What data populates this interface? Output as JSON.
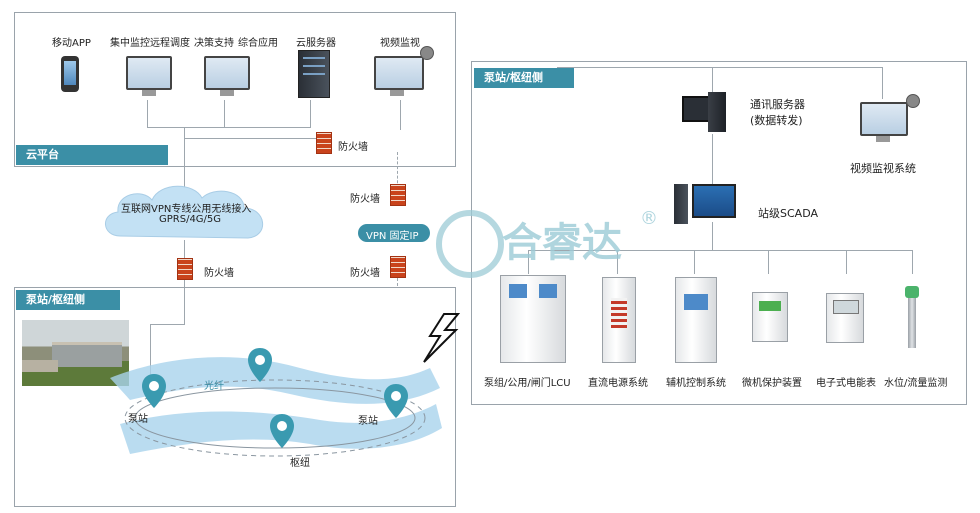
{
  "cloud_panel": {
    "tag": "云平台",
    "items": [
      {
        "label": "移动APP",
        "icon": "phone-icon"
      },
      {
        "label": "集中监控",
        "icon": "monitor-icon"
      },
      {
        "label": "远程调度",
        "icon": "monitor-icon"
      },
      {
        "label": "决策支持",
        "icon": "monitor-icon"
      },
      {
        "label": "综合应用",
        "icon": "monitor-icon"
      },
      {
        "label": "云服务器",
        "icon": "server-icon"
      },
      {
        "label": "视频监视",
        "icon": "camera-monitor-icon"
      }
    ],
    "firewall_label": "防火墙"
  },
  "network": {
    "cloud_line1": "互联网VPN专线公用无线接入",
    "cloud_line2": "GPRS/4G/5G",
    "vpn_label": "VPN 固定IP",
    "firewall_left": "防火墙",
    "firewall_right_top": "防火墙",
    "firewall_right_bottom": "防火墙"
  },
  "left_station": {
    "tag": "泵站/枢纽侧",
    "fiber_label": "光纤",
    "node_left": "泵站",
    "node_right": "泵站",
    "node_bottom": "枢纽"
  },
  "right_station": {
    "tag": "泵站/枢纽侧",
    "comm_server_line1": "通讯服务器",
    "comm_server_line2": "(数据转发)",
    "video_system": "视频监视系统",
    "scada": "站级SCADA",
    "devices": [
      {
        "label": "泵组/公用/闸门LCU",
        "icon": "lcu-cabinet-icon"
      },
      {
        "label": "直流电源系统",
        "icon": "dc-cabinet-icon"
      },
      {
        "label": "辅机控制系统",
        "icon": "aux-cabinet-icon"
      },
      {
        "label": "微机保护装置",
        "icon": "protection-device-icon"
      },
      {
        "label": "电子式电能表",
        "icon": "energy-meter-icon"
      },
      {
        "label": "水位/流量监测",
        "icon": "level-sensor-icon"
      }
    ]
  },
  "watermark": {
    "text": "合睿达",
    "mark": "®"
  },
  "colors": {
    "accent": "#3b8fa6",
    "firewall": "#c9431c",
    "river": "#a9d3ec",
    "pin": "#3a9ab0"
  }
}
